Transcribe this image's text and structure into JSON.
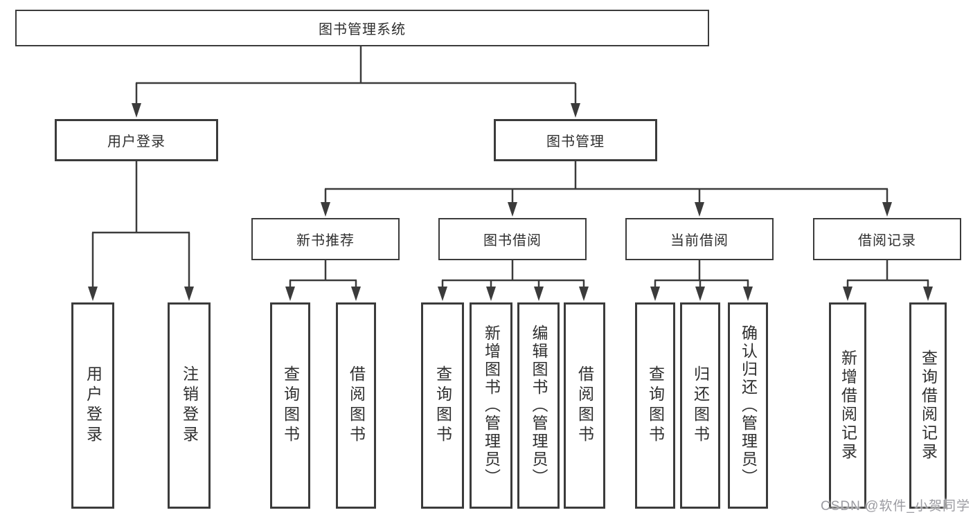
{
  "tree": {
    "label": "图书管理系统",
    "children": [
      {
        "label": "用户登录",
        "children": [
          {
            "label": "用户登录"
          },
          {
            "label": "注销登录"
          }
        ]
      },
      {
        "label": "图书管理",
        "children": [
          {
            "label": "新书推荐",
            "children": [
              {
                "label": "查询图书"
              },
              {
                "label": "借阅图书"
              }
            ]
          },
          {
            "label": "图书借阅",
            "children": [
              {
                "label": "查询图书"
              },
              {
                "label": "新增图书（管理员）"
              },
              {
                "label": "编辑图书（管理员）"
              },
              {
                "label": "借阅图书"
              }
            ]
          },
          {
            "label": "当前借阅",
            "children": [
              {
                "label": "查询图书"
              },
              {
                "label": "归还图书"
              },
              {
                "label": "确认归还（管理员）"
              }
            ]
          },
          {
            "label": "借阅记录",
            "children": [
              {
                "label": "新增借阅记录"
              },
              {
                "label": "查询借阅记录"
              }
            ]
          }
        ]
      }
    ]
  },
  "watermark": {
    "text": "CSDN @软件_小贺同学"
  },
  "colors": {
    "line": "#3b3b3b",
    "box_border": "#3b3b3b",
    "text": "#2f2f2f",
    "background": "#ffffff",
    "watermark": "#9b9ba1"
  }
}
